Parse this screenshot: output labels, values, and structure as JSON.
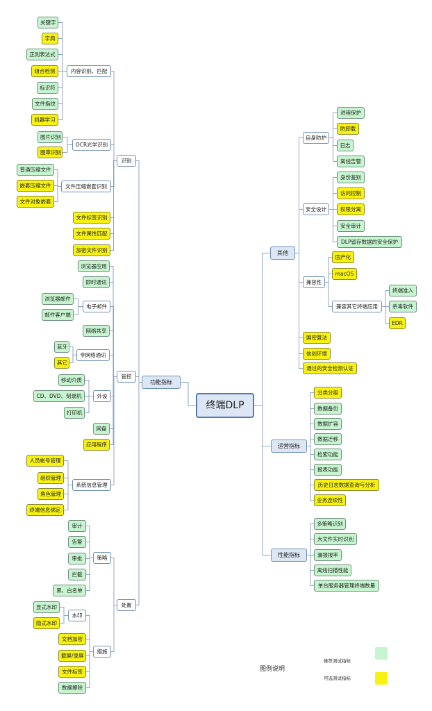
{
  "root": "终端DLP",
  "branches": {
    "func": "功能指标",
    "other": "其他",
    "ops": "运营指标",
    "perf": "性能指标"
  },
  "identify": {
    "label": "识别",
    "content": {
      "label": "内容识别、匹配",
      "items": [
        "关键字",
        "字典",
        "正则表达式",
        "组合检测",
        "标识符",
        "文件指纹",
        "机器学习"
      ]
    },
    "ocr": {
      "label": "OCR光学识别",
      "items": [
        "图片识别",
        "图章识别"
      ]
    },
    "zip": {
      "label": "文件压缩嵌套识别",
      "items": [
        "普通压缩文件",
        "嵌套压缩文件",
        "文件对象嵌套"
      ]
    },
    "direct": [
      "文件标签识别",
      "文件属性匹配",
      "加密文件识别"
    ]
  },
  "control": {
    "label": "管控",
    "top": [
      "浏览器应用",
      "即时通讯"
    ],
    "email": {
      "label": "电子邮件",
      "items": [
        "浏览器邮件",
        "邮件客户端"
      ]
    },
    "share": "网络共享",
    "nonnet": {
      "label": "非网络通讯",
      "items": [
        "蓝牙",
        "其它"
      ]
    },
    "peripheral": {
      "label": "外设",
      "items": [
        "移动介质",
        "CD、DVD、刻录机",
        "打印机"
      ]
    },
    "mid": [
      "网盘",
      "应用程序"
    ],
    "sysinfo": {
      "label": "系统信息管理",
      "items": [
        "人员帐号管理",
        "组织管理",
        "角色管理",
        "终端信息绑定"
      ]
    }
  },
  "dispose": {
    "label": "处置",
    "policy": {
      "label": "策略",
      "items": [
        "审计",
        "告警",
        "审批",
        "拦截",
        "黑、白名单"
      ]
    },
    "measure": {
      "label": "措施",
      "watermark": {
        "label": "水印",
        "items": [
          "显式水印",
          "隐式水印"
        ]
      },
      "items": [
        "文档加密",
        "截屏/录屏",
        "文件标签",
        "数据擦除"
      ]
    }
  },
  "other": {
    "self": {
      "label": "自身防护",
      "items": [
        "进程保护",
        "防卸载",
        "日志",
        "离线告警"
      ]
    },
    "security": {
      "label": "安全设计",
      "items": [
        "身份鉴别",
        "访问控制",
        "权限分离",
        "安全审计",
        "DLP留存数据的安全保护"
      ]
    },
    "compat": {
      "label": "兼容性",
      "items": [
        "国产化",
        "macOS"
      ],
      "endpoint": {
        "label": "兼容其它终端应用",
        "items": [
          "终端准入",
          "杀毒软件",
          "EDR"
        ]
      }
    },
    "direct": [
      "国密算法",
      "信创环境",
      "通过的安全检测认证"
    ]
  },
  "ops": [
    "分类分级",
    "数据备份",
    "数据扩容",
    "数据迁移",
    "检索功能",
    "报表功能",
    "历史日志数据查询与分析",
    "业务连续性"
  ],
  "perf": [
    "多策略识别",
    "大文件实时识别",
    "漏报报率",
    "离线扫描性能",
    "单台服务器管理终端数量"
  ],
  "legend": {
    "title": "图例说明",
    "recommended": "推荐测试指标",
    "optional": "可选测试指标"
  },
  "colors": {
    "recommended": "#c6f5cf",
    "optional": "#f8f212",
    "line": "#8fa3c4",
    "border": "#4f7ab5"
  }
}
